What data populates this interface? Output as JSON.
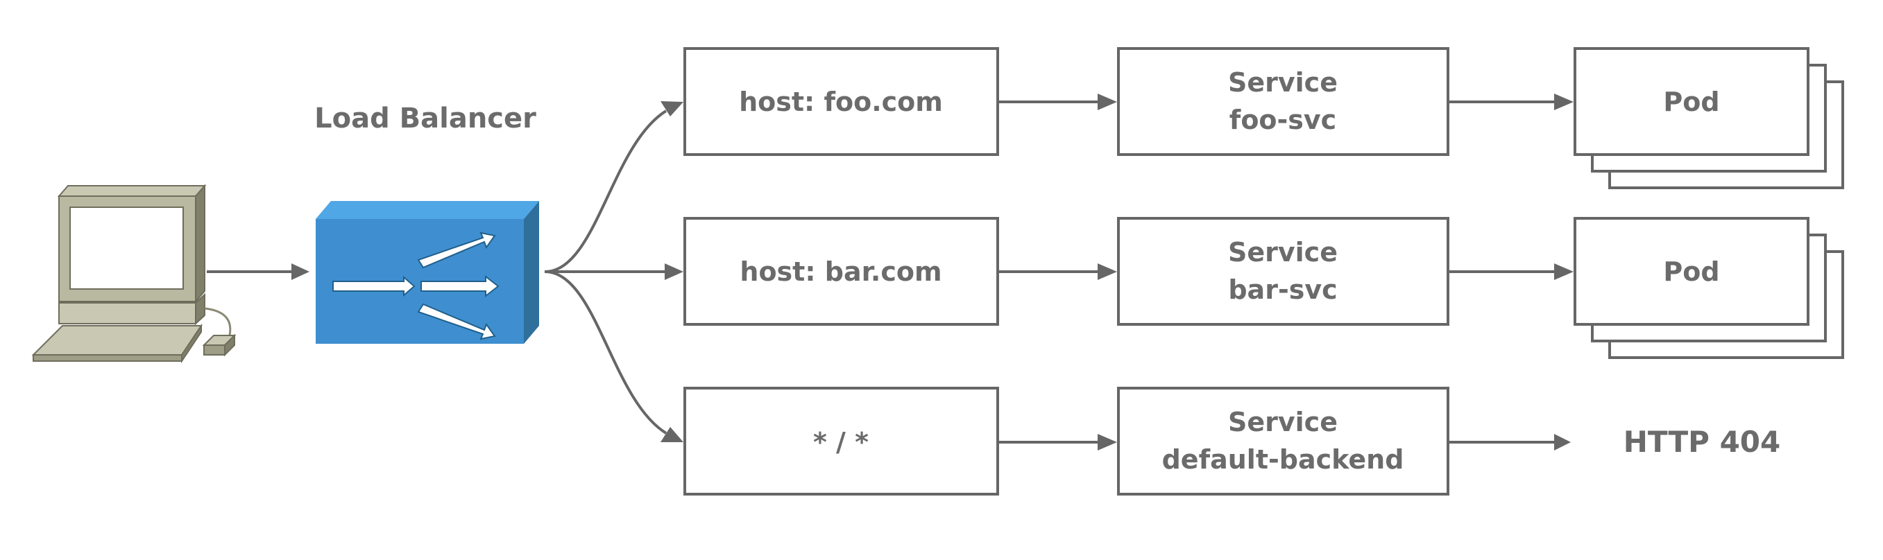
{
  "load_balancer": {
    "label": "Load Balancer",
    "color": "#3f8fd0"
  },
  "rules": [
    {
      "label": "host: foo.com"
    },
    {
      "label": "host: bar.com"
    },
    {
      "label": "* / *"
    }
  ],
  "services": [
    {
      "title": "Service",
      "name": "foo-svc"
    },
    {
      "title": "Service",
      "name": "bar-svc"
    },
    {
      "title": "Service",
      "name": "default-backend"
    }
  ],
  "targets": [
    {
      "label": "Pod"
    },
    {
      "label": "Pod"
    },
    {
      "label": "HTTP 404"
    }
  ],
  "icons": {
    "client": "computer-icon",
    "load_balancer": "load-balancer-icon",
    "pod_stack": "stacked-pods-icon"
  }
}
